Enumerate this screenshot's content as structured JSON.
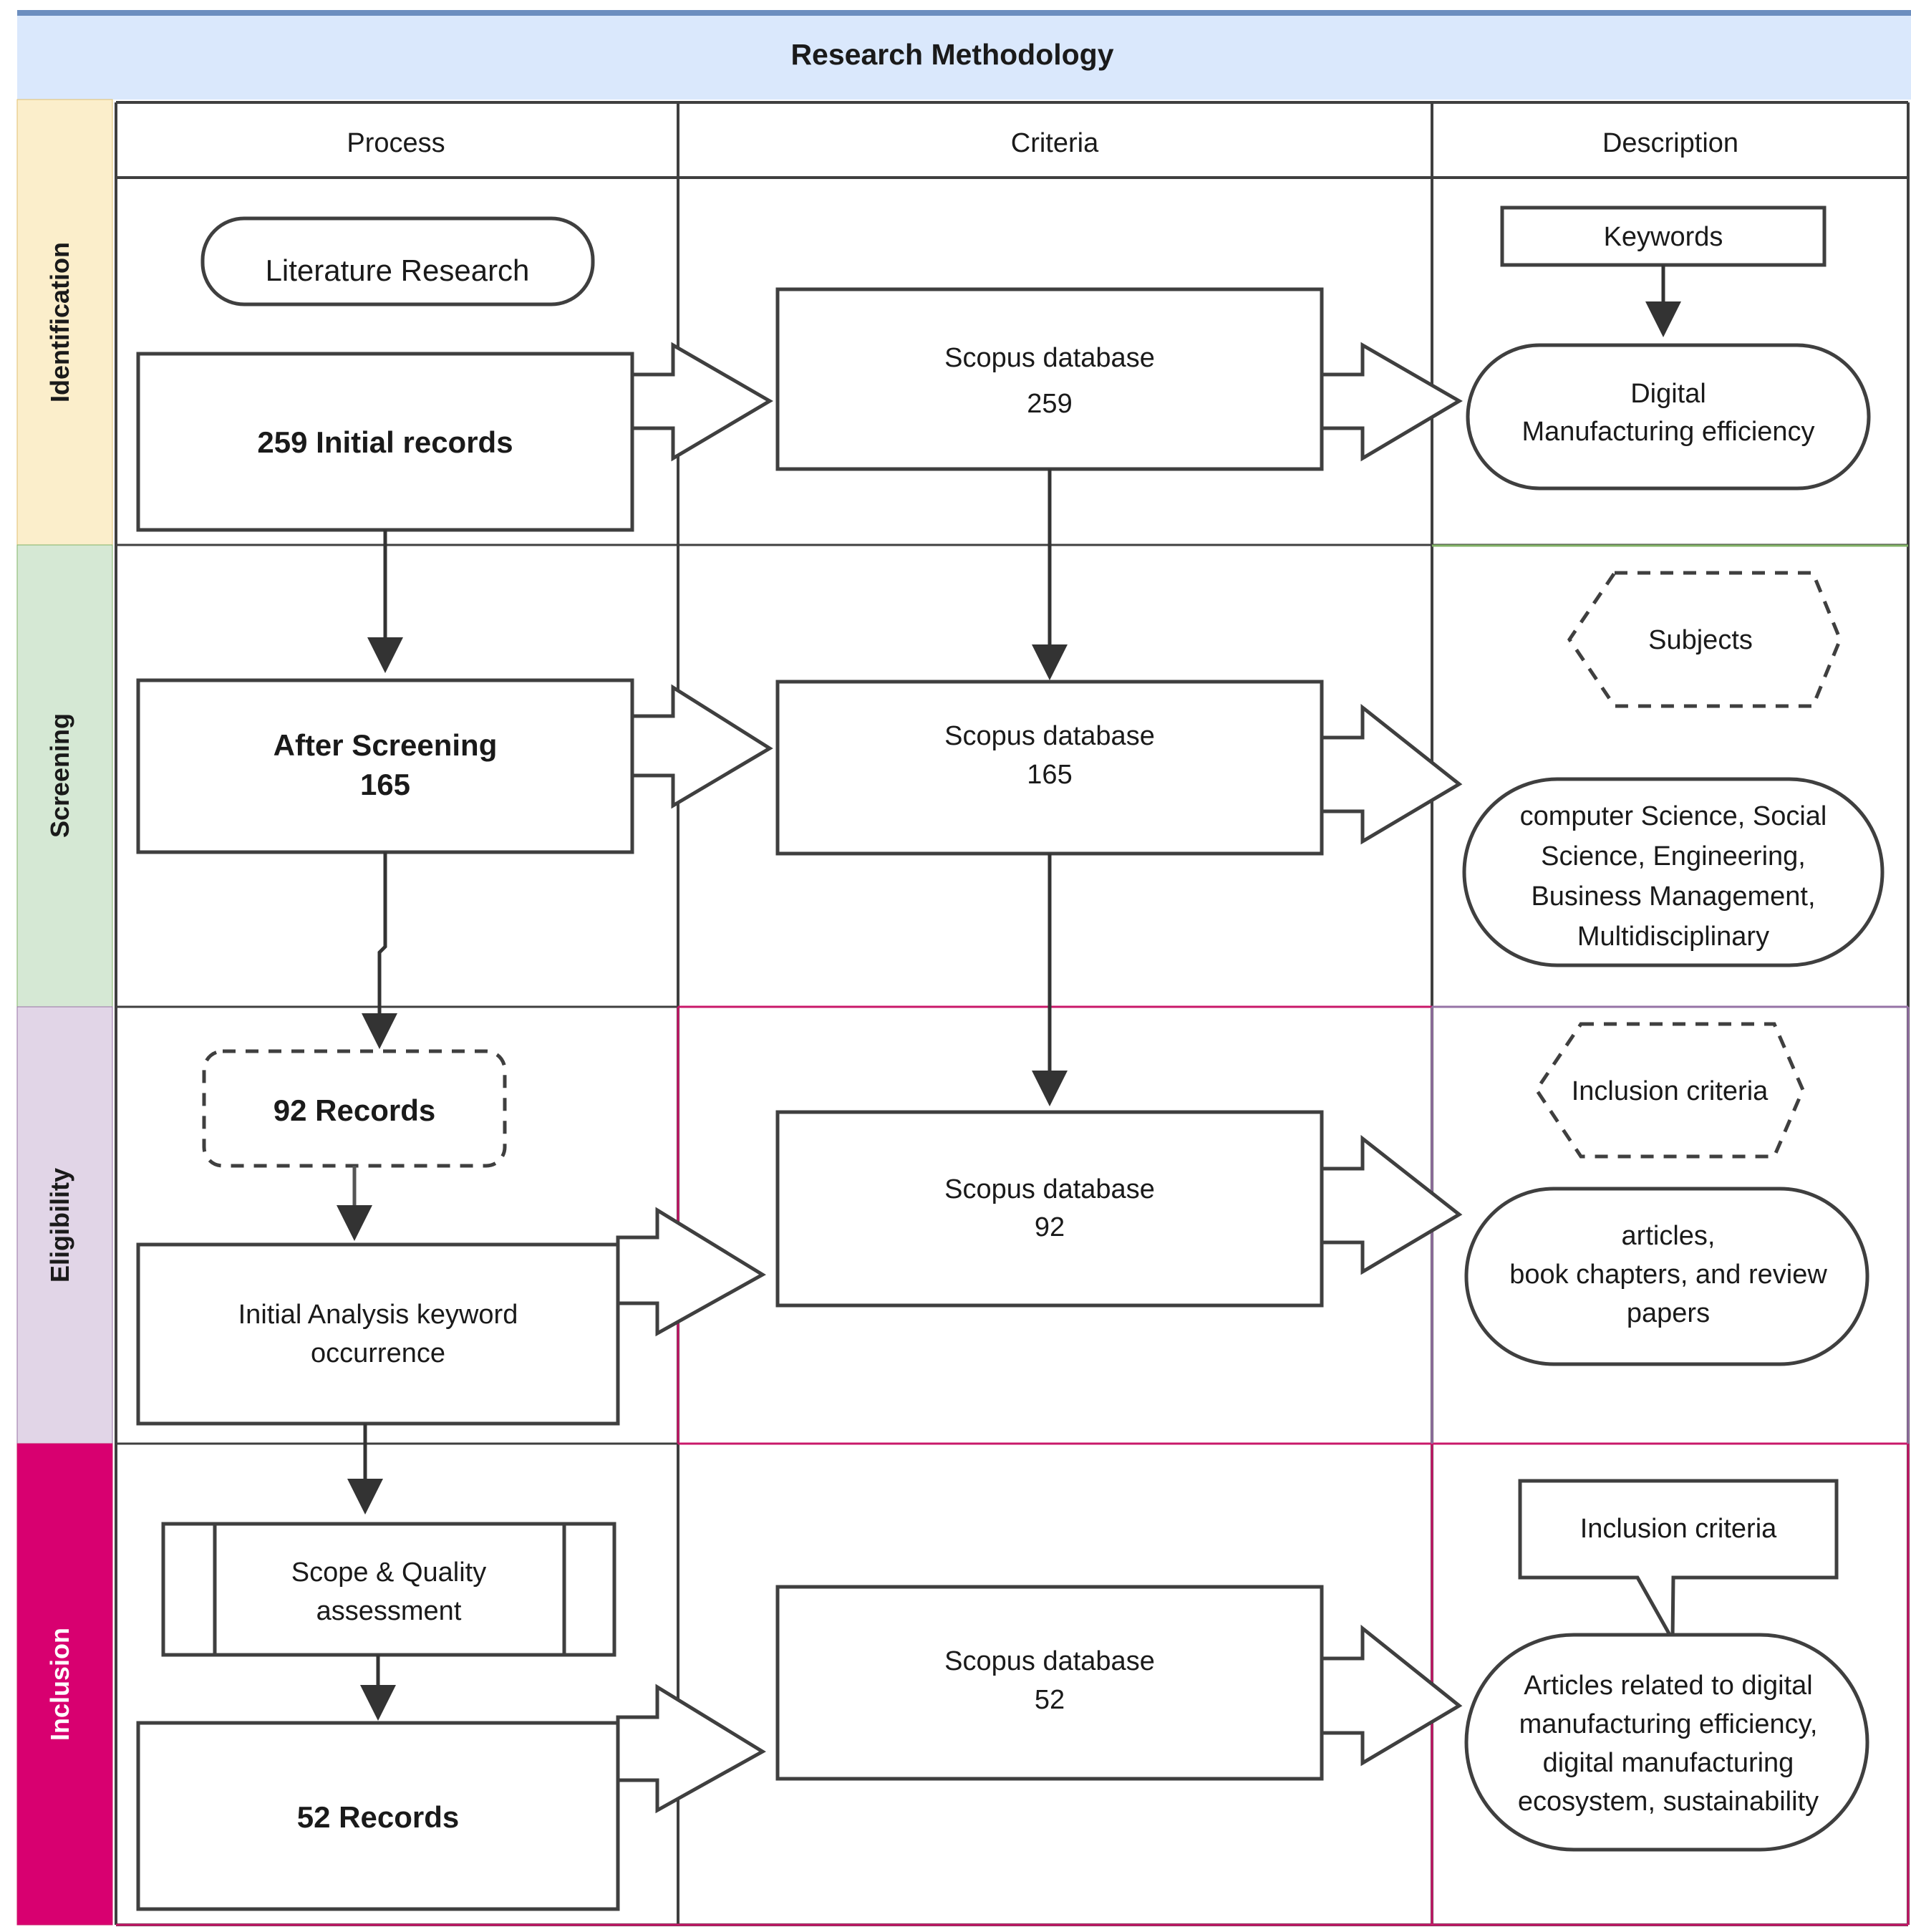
{
  "diagram": {
    "title": "Research Methodology",
    "columns": [
      "Process",
      "Criteria",
      "Description"
    ],
    "stages": [
      {
        "name": "Identification",
        "band_color": "#FBEECB",
        "band_text_color": "#1a1a1a",
        "process": [
          {
            "shape": "rounded",
            "text": "Literature Research",
            "bold": false
          },
          {
            "shape": "rect",
            "text": "259 Initial records",
            "bold": true
          }
        ],
        "criteria": {
          "shape": "rect",
          "line1": "Scopus database",
          "line2": "259"
        },
        "description": {
          "tag": {
            "shape": "rect",
            "text": "Keywords"
          },
          "result": {
            "shape": "stadium",
            "lines": [
              "Digital",
              "Manufacturing efficiency"
            ]
          }
        }
      },
      {
        "name": "Screening",
        "band_color": "#D5E8D4",
        "band_text_color": "#1a1a1a",
        "process": [
          {
            "shape": "rect",
            "line1": "After Screening",
            "line2": "165",
            "bold": true
          }
        ],
        "criteria": {
          "shape": "rect",
          "line1": "Scopus database",
          "line2": "165"
        },
        "description": {
          "tag": {
            "shape": "hexagon-dashed",
            "text": "Subjects"
          },
          "result": {
            "shape": "stadium",
            "lines": [
              "computer Science, Social",
              "Science, Engineering,",
              "Business Management,",
              "Multidisciplinary"
            ]
          }
        }
      },
      {
        "name": "Eligibility",
        "band_color": "#E1D5E7",
        "band_text_color": "#1a1a1a",
        "process": [
          {
            "shape": "rounded-dashed",
            "text": "92 Records",
            "bold": true
          },
          {
            "shape": "rect",
            "line1": "Initial Analysis keyword",
            "line2": "occurrence",
            "bold": false
          }
        ],
        "criteria": {
          "shape": "rect",
          "line1": "Scopus database",
          "line2": "92"
        },
        "description": {
          "tag": {
            "shape": "hexagon-dashed",
            "text": "Inclusion criteria"
          },
          "result": {
            "shape": "stadium",
            "lines": [
              "articles,",
              "book chapters, and review",
              "papers"
            ]
          }
        }
      },
      {
        "name": "Inclusion",
        "band_color": "#D80070",
        "band_text_color": "#ffffff",
        "process": [
          {
            "shape": "predefined-process",
            "line1": "Scope & Quality",
            "line2": "assessment",
            "bold": false
          },
          {
            "shape": "rect",
            "text": "52 Records",
            "bold": true
          }
        ],
        "criteria": {
          "shape": "rect",
          "line1": "Scopus database",
          "line2": "52"
        },
        "description": {
          "tag": {
            "shape": "callout",
            "text": "Inclusion criteria"
          },
          "result": {
            "shape": "stadium",
            "lines": [
              "Articles related to digital",
              "manufacturing efficiency,",
              "digital manufacturing",
              "ecosystem, sustainability"
            ]
          }
        }
      }
    ],
    "colors": {
      "header_fill": "#DAE8FC",
      "header_border": "#6C8EBF",
      "stroke": "#3f3f3f",
      "screening_rule": "#82B366",
      "eligibility_rule": "#9673A6",
      "inclusion_rule": "#C9186A"
    }
  }
}
